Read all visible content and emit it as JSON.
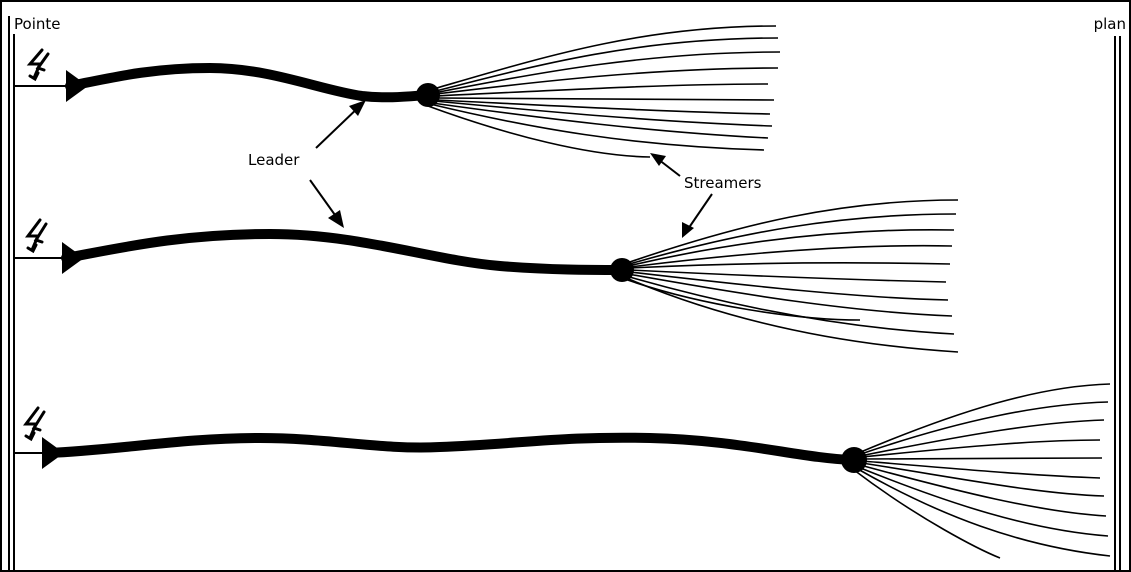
{
  "labels": {
    "left_electrode": "Pointe",
    "right_electrode": "plan",
    "leader": "Leader",
    "streamers": "Streamers"
  },
  "stages": [
    {
      "stage": 1,
      "streamer_count": 11
    },
    {
      "stage": 2,
      "streamer_count": 11
    },
    {
      "stage": 3,
      "streamer_count": 11
    }
  ],
  "colors": {
    "ink": "#000000",
    "background": "#ffffff"
  },
  "icons": [
    "lightning-icon",
    "arrow-icon"
  ]
}
